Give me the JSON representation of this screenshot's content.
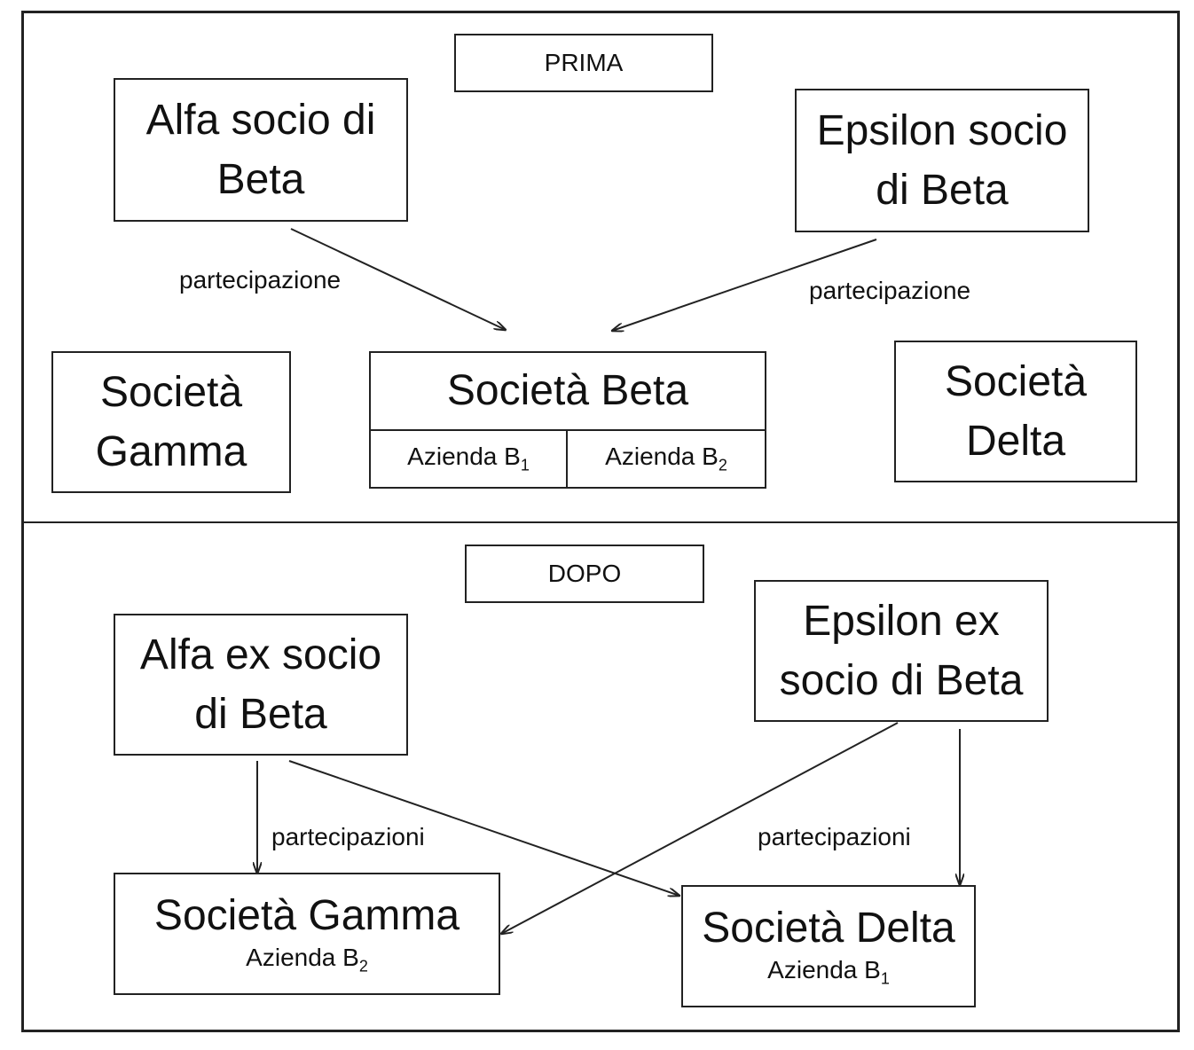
{
  "prima": {
    "title": "PRIMA",
    "alfa": [
      "Alfa socio di",
      "Beta"
    ],
    "epsilon": [
      "Epsilon socio",
      "di Beta"
    ],
    "gamma": [
      "Società",
      "Gamma"
    ],
    "beta": "Società Beta",
    "beta_b1": "Azienda B",
    "beta_b1_sub": "1",
    "beta_b2": "Azienda B",
    "beta_b2_sub": "2",
    "delta": [
      "Società",
      "Delta"
    ],
    "label_left": "partecipazione",
    "label_right": "partecipazione"
  },
  "dopo": {
    "title": "DOPO",
    "alfa": [
      "Alfa ex socio",
      "di Beta"
    ],
    "epsilon": [
      "Epsilon ex",
      "socio di Beta"
    ],
    "gamma": "Società Gamma",
    "gamma_sub": "Azienda B",
    "gamma_sub_idx": "2",
    "delta": "Società Delta",
    "delta_sub": "Azienda B",
    "delta_sub_idx": "1",
    "label_left": "partecipazioni",
    "label_right": "partecipazioni"
  }
}
